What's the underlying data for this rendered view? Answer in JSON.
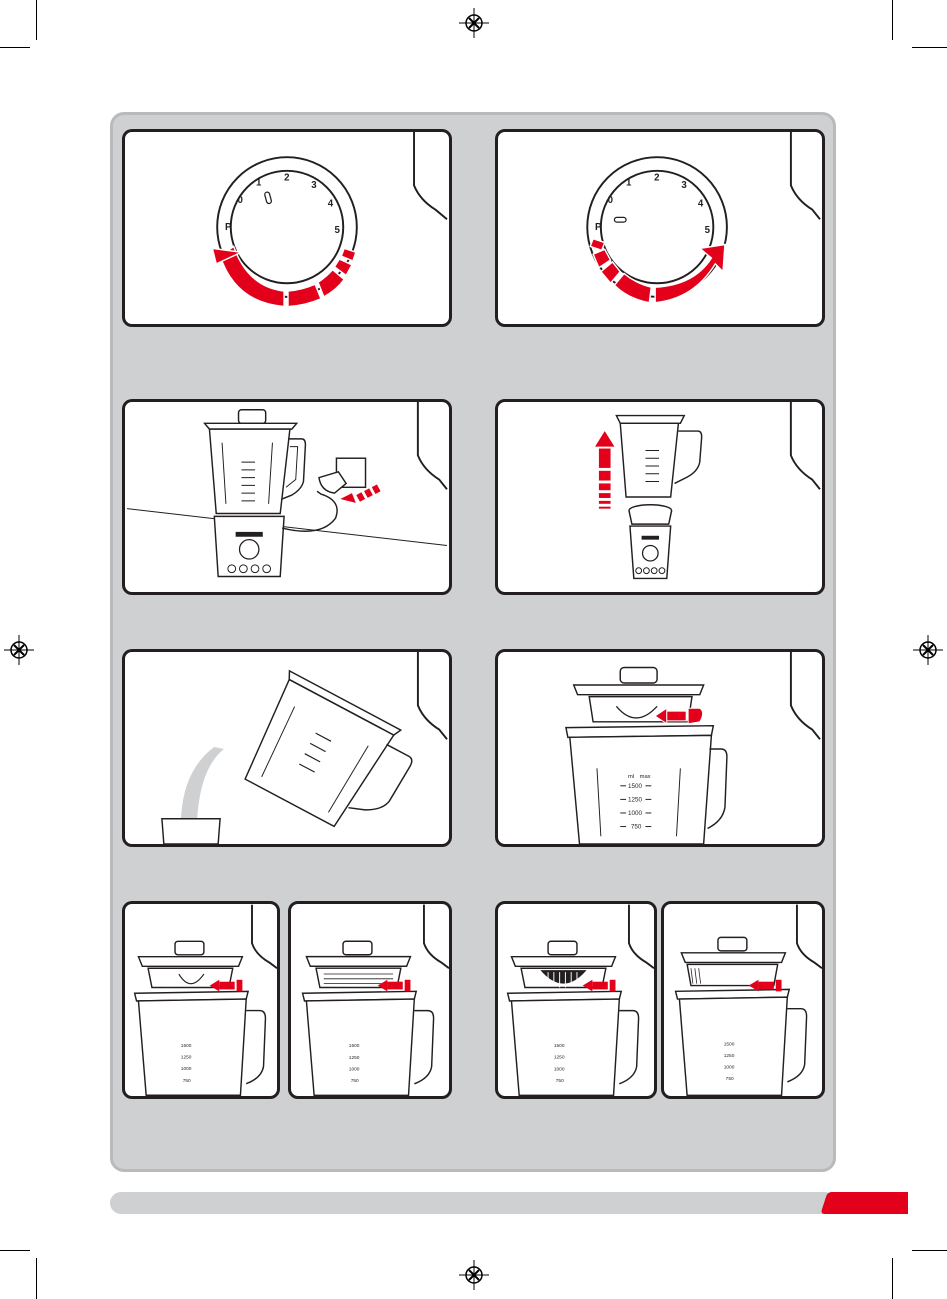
{
  "dial": {
    "numbers": [
      "0",
      "1",
      "2",
      "3",
      "4",
      "5"
    ],
    "pulse": "P"
  },
  "jug_scale": {
    "unit": "ml",
    "max": "max",
    "marks": [
      "1500",
      "1250",
      "1000",
      "750"
    ]
  },
  "colors": {
    "accent": "#e2001a",
    "panel": "#cfd0d2",
    "outline": "#231f20"
  },
  "icons": [
    "registration-mark-icon",
    "arrow-icon"
  ]
}
